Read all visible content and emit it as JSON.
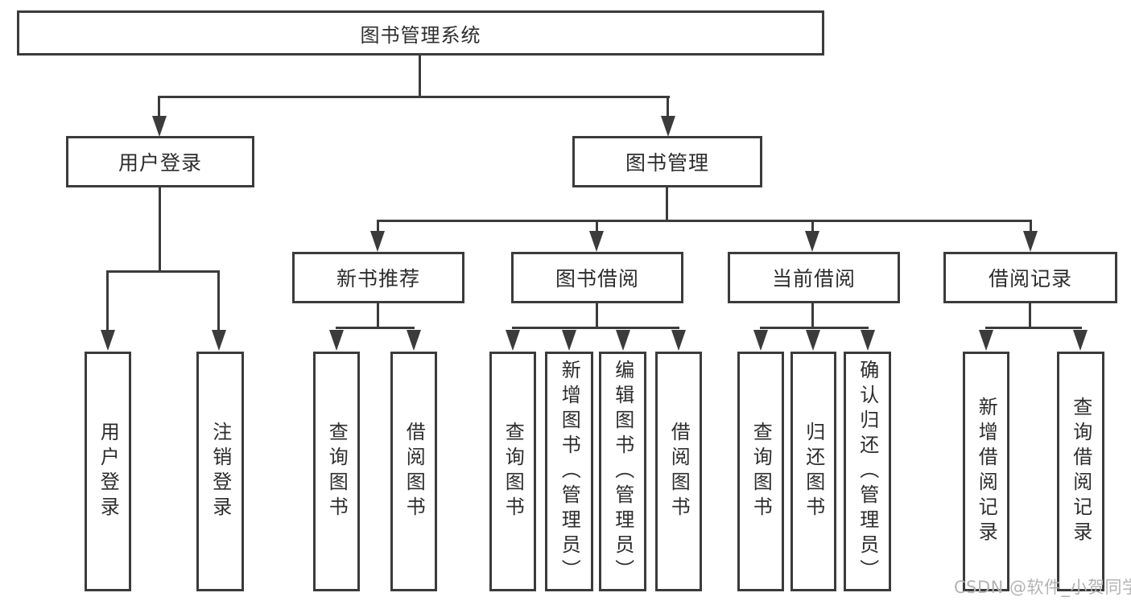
{
  "colors": {
    "line": "#3b3b3b",
    "text": "#2d2d2d",
    "box_background": "#ffffff",
    "page_background": "#ffffff",
    "watermark": "#b3b3b3"
  },
  "watermark": {
    "text": "CSDN @软件_小贺同学"
  },
  "nodes": {
    "root": {
      "label": "图书管理系统"
    },
    "user_login": {
      "label": "用户登录"
    },
    "book_management": {
      "label": "图书管理"
    },
    "leaf_user_login": {
      "label": "用户登录"
    },
    "leaf_logout_login": {
      "label": "注销登录"
    },
    "new_book_recommend": {
      "label": "新书推荐"
    },
    "book_borrow": {
      "label": "图书借阅"
    },
    "current_borrow": {
      "label": "当前借阅"
    },
    "borrow_record": {
      "label": "借阅记录"
    },
    "nbr_query_book": {
      "label": "查询图书"
    },
    "nbr_borrow_book": {
      "label": "借阅图书"
    },
    "bb_query_book": {
      "label": "查询图书"
    },
    "bb_add_book": {
      "label": "新增图书（管理员）"
    },
    "bb_edit_book": {
      "label": "编辑图书（管理员）"
    },
    "bb_borrow_book": {
      "label": "借阅图书"
    },
    "cb_query_book": {
      "label": "查询图书"
    },
    "cb_return_book": {
      "label": "归还图书"
    },
    "cb_confirm_return": {
      "label": "确认归还（管理员）"
    },
    "br_add_record": {
      "label": "新增借阅记录"
    },
    "br_query_record": {
      "label": "查询借阅记录"
    }
  }
}
